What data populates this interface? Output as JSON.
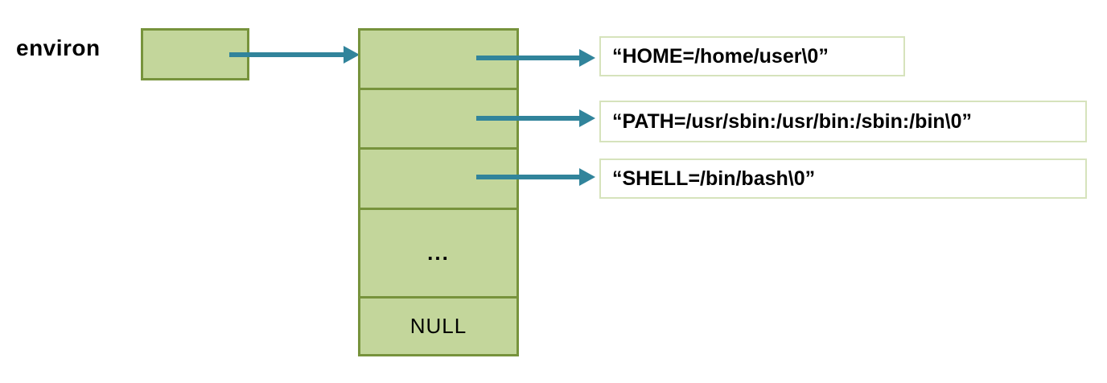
{
  "diagram": {
    "pointer_label": "environ",
    "array_cells": [
      {
        "label": ""
      },
      {
        "label": ""
      },
      {
        "label": ""
      },
      {
        "label": "..."
      },
      {
        "label": "NULL"
      }
    ],
    "strings": [
      "“HOME=/home/user\\0”",
      "“PATH=/usr/sbin:/usr/bin:/sbin:/bin\\0”",
      "“SHELL=/bin/bash\\0”"
    ],
    "colors": {
      "cell_fill": "#c3d69b",
      "cell_border": "#77933c",
      "arrow": "#31849b",
      "string_box_border": "#d6e3bc",
      "text": "#000000"
    }
  }
}
